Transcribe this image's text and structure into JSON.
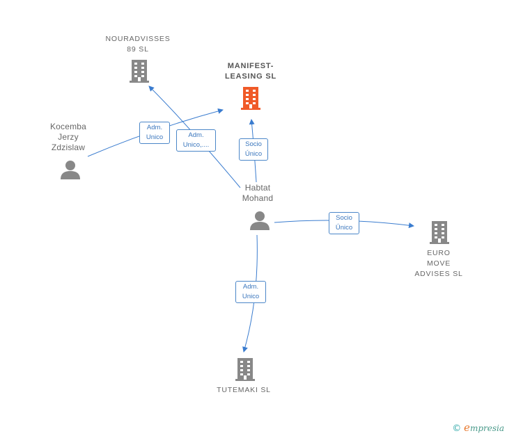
{
  "nodes": {
    "nouradvisses": {
      "label": "NOURADVISSES\n89  SL",
      "type": "company"
    },
    "manifest": {
      "label": "MANIFEST-\nLEASING  SL",
      "type": "company",
      "highlight": true,
      "color": "#f05a28"
    },
    "kocemba": {
      "label": "Kocemba\nJerzy\nZdzislaw",
      "type": "person"
    },
    "habtat": {
      "label": "Habtat\nMohand",
      "type": "person"
    },
    "euro": {
      "label": "EURO\nMOVE\nADVISES  SL",
      "type": "company"
    },
    "tutemaki": {
      "label": "TUTEMAKI  SL",
      "type": "company"
    }
  },
  "edges": [
    {
      "from": "kocemba",
      "to": "manifest",
      "label": "Adm.\nUnico"
    },
    {
      "from": "habtat",
      "to": "nouradvisses",
      "label": "Adm.\nUnico,...."
    },
    {
      "from": "habtat",
      "to": "manifest",
      "label": "Socio\nÚnico"
    },
    {
      "from": "habtat",
      "to": "euro",
      "label": "Socio\nÚnico"
    },
    {
      "from": "habtat",
      "to": "tutemaki",
      "label": "Adm.\nUnico"
    }
  ],
  "colors": {
    "edge": "#3a7ccf",
    "icon": "#888888",
    "highlight": "#f05a28"
  },
  "brand": {
    "copyright": "©",
    "name_initial": "e",
    "name_rest": "mpresia"
  }
}
